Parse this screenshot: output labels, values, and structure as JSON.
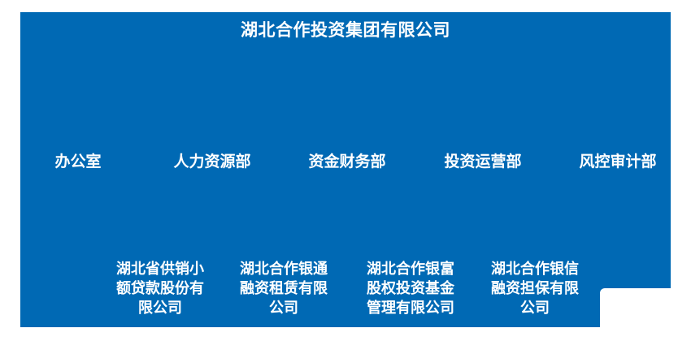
{
  "page": {
    "background_color": "#FFFFFF"
  },
  "org_chart": {
    "type": "organization-tree",
    "panel_color": "#0069B4",
    "text_color": "#FFFFFF",
    "title": "湖北合作投资集团有限公司",
    "departments": [
      {
        "label": "办公室"
      },
      {
        "label": "人力资源部"
      },
      {
        "label": "资金财务部"
      },
      {
        "label": "投资运营部"
      },
      {
        "label": "风控审计部"
      }
    ],
    "subsidiaries": [
      {
        "name": "湖北省供销小额贷款股份有限公司",
        "lines": [
          "湖北省供销小",
          "额贷款股份有",
          "限公司"
        ]
      },
      {
        "name": "湖北合作银通融资租赁有限公司",
        "lines": [
          "湖北合作银通",
          "融资租赁有限",
          "公司"
        ]
      },
      {
        "name": "湖北合作银富股权投资基金管理有限公司",
        "lines": [
          "湖北合作银富",
          "股权投资基金",
          "管理有限公司"
        ]
      },
      {
        "name": "湖北合作银信融资担保有限公司",
        "lines": [
          "湖北合作银信",
          "融资担保有限",
          "公司"
        ]
      }
    ]
  }
}
